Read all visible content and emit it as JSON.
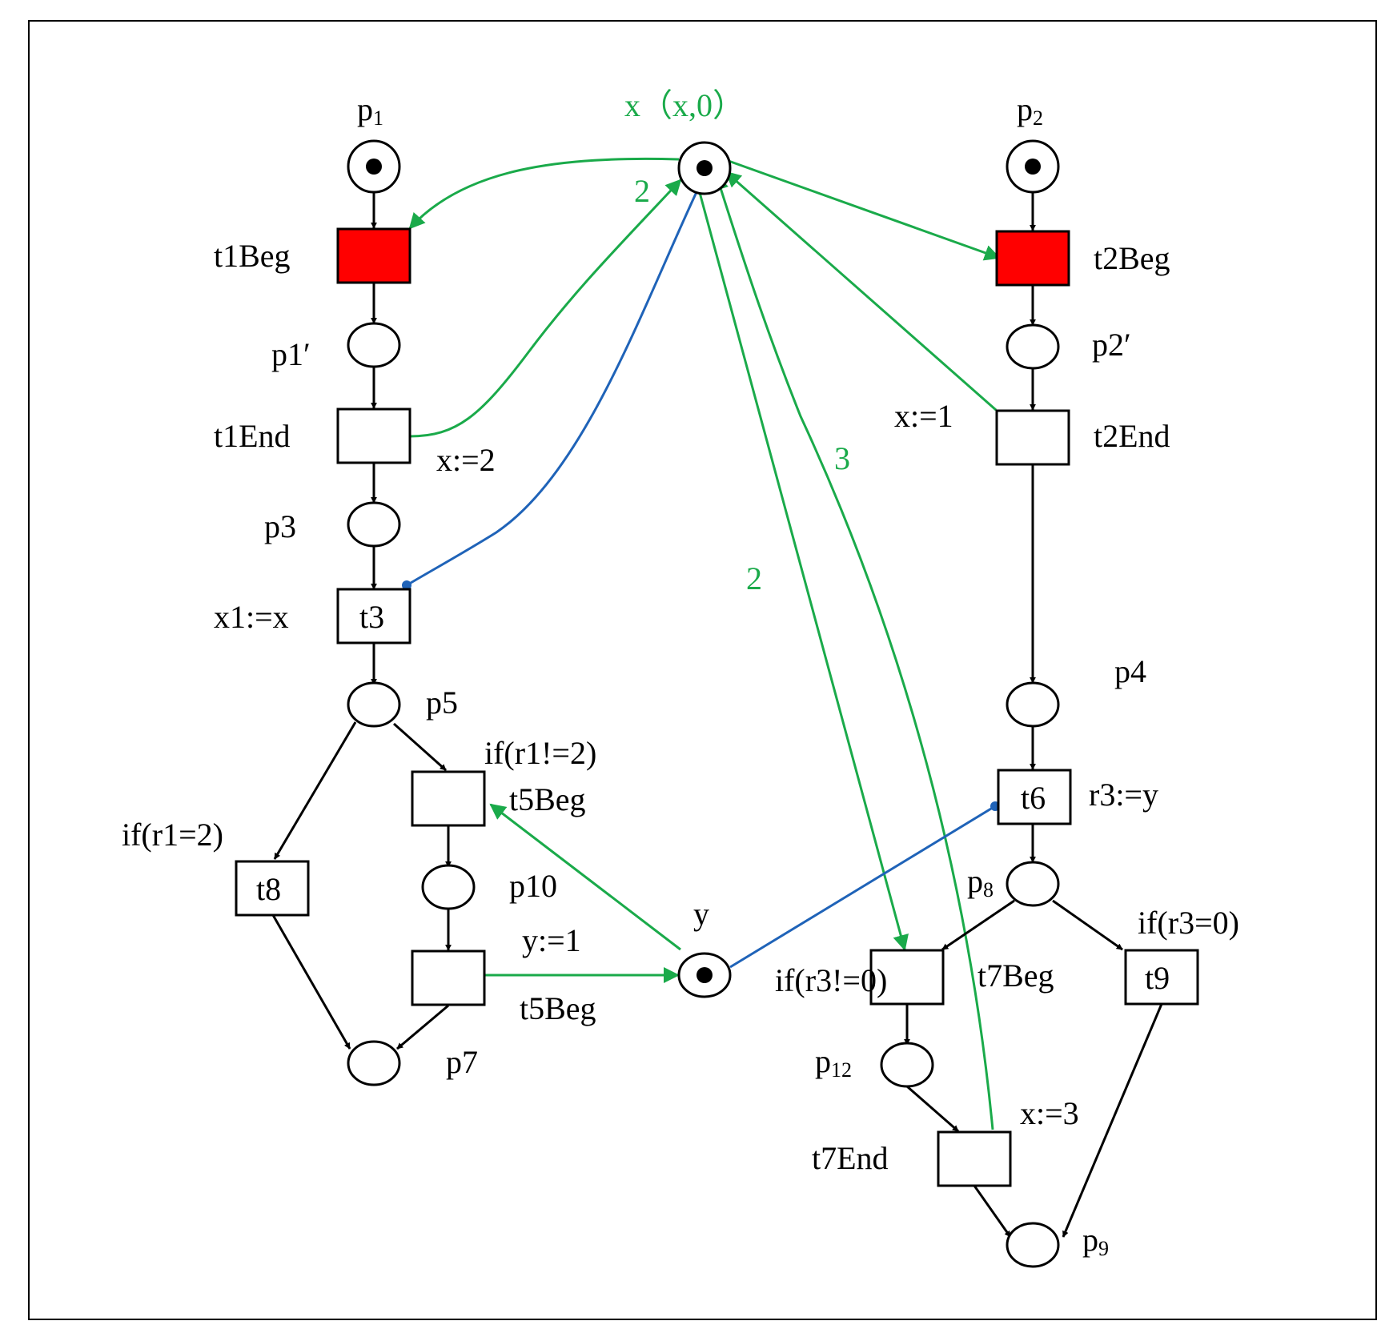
{
  "colors": {
    "black": "#000000",
    "green": "#1aaa4a",
    "blue": "#1f63b8",
    "red": "#ff0000",
    "white": "#ffffff"
  },
  "places": {
    "p1": {
      "label": "p",
      "sub": "1",
      "tokens": 1
    },
    "x": {
      "label": "x（x,0）",
      "tokens": 1
    },
    "p2": {
      "label": "p",
      "sub": "2",
      "tokens": 1
    },
    "p1prime": {
      "label": "p1′",
      "tokens": 0
    },
    "p2prime": {
      "label": "p2′",
      "tokens": 0
    },
    "p3": {
      "label": "p3",
      "tokens": 0
    },
    "p4": {
      "label": "p4",
      "tokens": 0
    },
    "p5": {
      "label": "p5",
      "tokens": 0
    },
    "p10": {
      "label": "p10",
      "tokens": 0
    },
    "p7": {
      "label": "p7",
      "tokens": 0
    },
    "y": {
      "label": "y",
      "tokens": 1
    },
    "p8": {
      "label": "p",
      "sub": "8",
      "tokens": 0
    },
    "p12": {
      "label": "p",
      "sub": "12",
      "tokens": 0
    },
    "p9": {
      "label": "p",
      "sub": "9",
      "tokens": 0
    }
  },
  "transitions": {
    "t1Beg": {
      "label": "t1Beg",
      "state": "enabled"
    },
    "t2Beg": {
      "label": "t2Beg",
      "state": "enabled"
    },
    "t1End": {
      "label": "t1End",
      "action": "x:=2"
    },
    "t2End": {
      "label": "t2End",
      "action": "x:=1"
    },
    "t3": {
      "label": "t3",
      "action": "x1:=x"
    },
    "t5BegTop": {
      "label": "t5Beg",
      "guard": "if(r1!=2)"
    },
    "t5BegBottom": {
      "label": "t5Beg",
      "action": "y:=1"
    },
    "t8": {
      "label": "t8",
      "guard": "if(r1=2)"
    },
    "t6": {
      "label": "t6",
      "action": "r3:=y"
    },
    "t7Beg": {
      "label": "t7Beg",
      "guard": "if(r3!=0)"
    },
    "t9": {
      "label": "t9",
      "guard": "if(r3=0)"
    },
    "t7End": {
      "label": "t7End",
      "action": "x:=3"
    }
  },
  "arc_weights": {
    "x_to_t1Beg_side": "2",
    "t7End_to_x": "3",
    "x_to_t7Beg": "2"
  }
}
